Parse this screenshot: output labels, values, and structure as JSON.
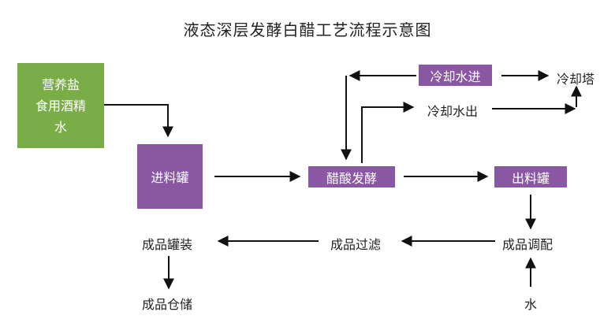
{
  "title": "液态深层发酵白醋工艺流程示意图",
  "nodes": {
    "ingredients": [
      "营养盐",
      "食用酒精",
      "水"
    ],
    "feed_tank": "进料罐",
    "fermentation": "醋酸发酵",
    "discharge_tank": "出料罐",
    "cooling_water_in": "冷却水进",
    "cooling_water_out": "冷却水出",
    "cooling_tower": "冷却塔",
    "blending": "成品调配",
    "filtration": "成品过滤",
    "canning": "成品罐装",
    "storage": "成品仓储",
    "water": "水"
  },
  "colors": {
    "green_box": "#7aad48",
    "purple_box": "#8a57a2",
    "arrow": "#111111"
  }
}
